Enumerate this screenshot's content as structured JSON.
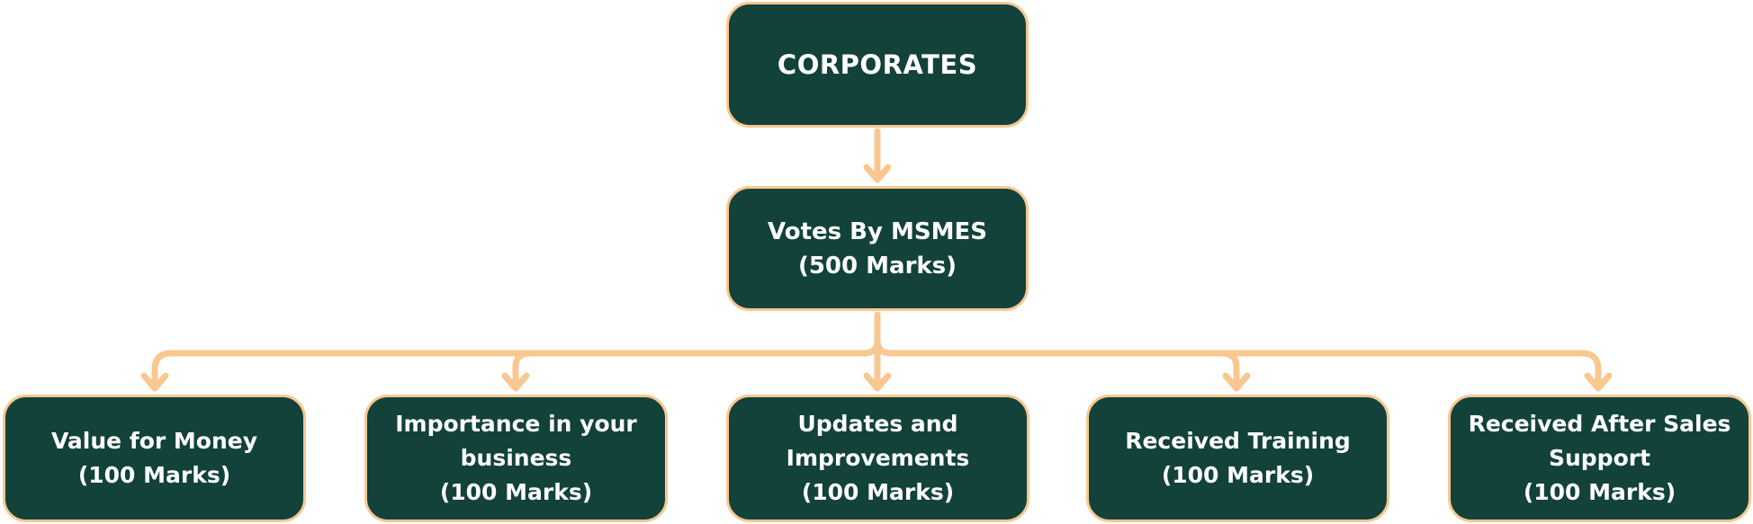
{
  "colors": {
    "node_fill": "#12423a",
    "node_border": "#f9c790",
    "connector": "#f9c790",
    "text": "#ffffff"
  },
  "root": {
    "lines": [
      "CORPORATES"
    ]
  },
  "middle": {
    "lines": [
      "Votes By MSMES",
      "(500 Marks)"
    ]
  },
  "leaves": [
    {
      "lines": [
        "Value for Money",
        "(100 Marks)"
      ]
    },
    {
      "lines": [
        "Importance in your",
        "business",
        "(100 Marks)"
      ]
    },
    {
      "lines": [
        "Updates and",
        "Improvements",
        "(100 Marks)"
      ]
    },
    {
      "lines": [
        "Received Training",
        "(100 Marks)"
      ]
    },
    {
      "lines": [
        "Received After Sales",
        "Support",
        "(100 Marks)"
      ]
    }
  ]
}
